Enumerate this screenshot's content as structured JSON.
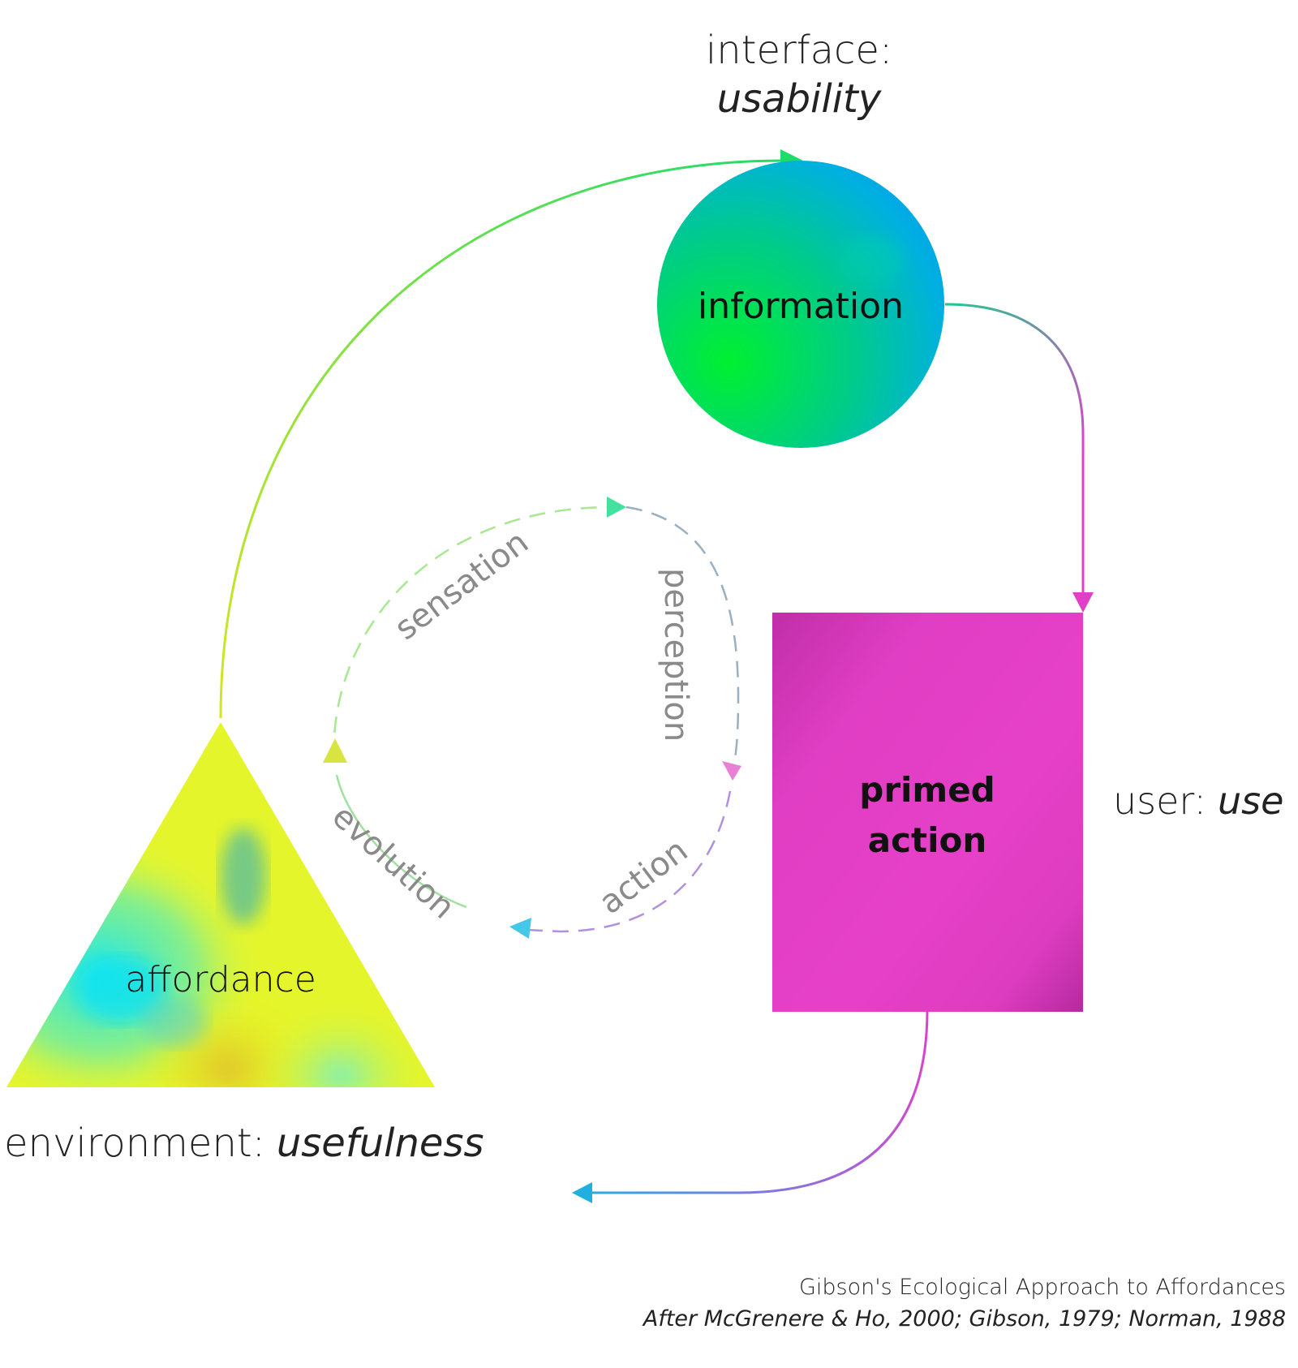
{
  "interface": {
    "label": "interface:",
    "value": "usability"
  },
  "user": {
    "label": "user:",
    "value": "use"
  },
  "environment": {
    "label": "environment:",
    "value": "usefulness"
  },
  "nodes": {
    "information": "information",
    "primed_action_line1": "primed",
    "primed_action_line2": "action",
    "affordance": "affordance"
  },
  "cycle": {
    "sensation": "sensation",
    "perception": "perception",
    "action": "action",
    "evolution": "evolution"
  },
  "caption": {
    "title": "Gibson's Ecological Approach to Affordances",
    "citation": "After McGrenere & Ho, 2000; Gibson, 1979; Norman, 1988"
  },
  "colors": {
    "green": "#00e63c",
    "cyan": "#00b4d8",
    "magenta": "#e23cc8",
    "yellow": "#e8f520"
  }
}
